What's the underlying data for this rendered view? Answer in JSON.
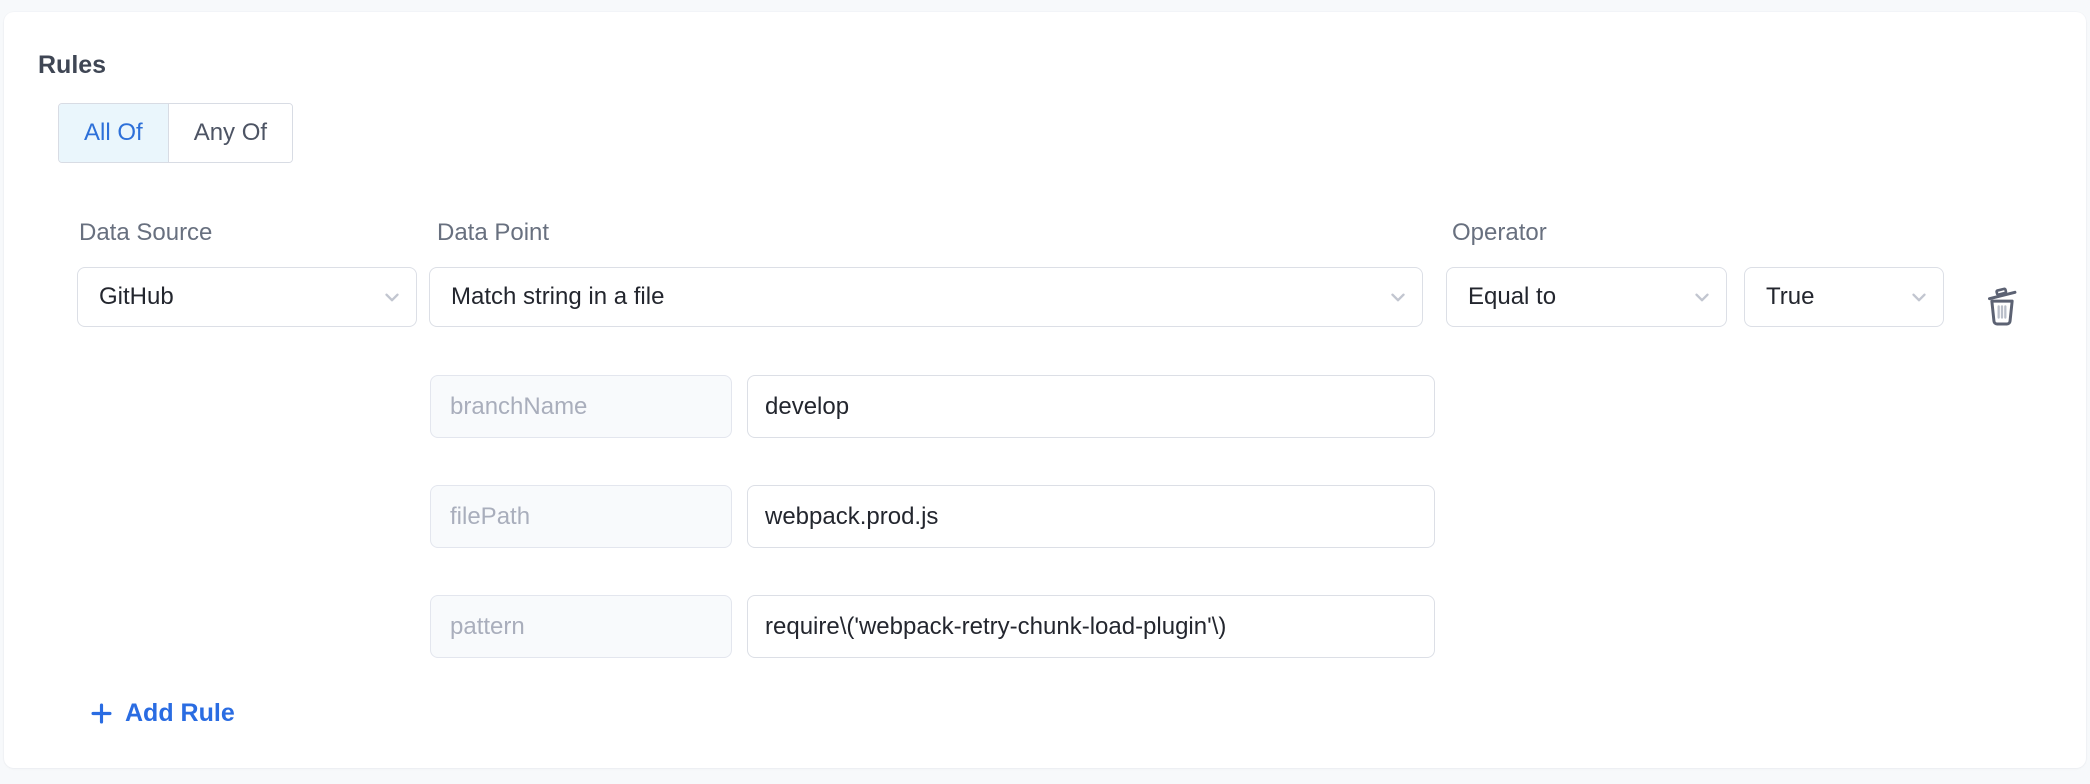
{
  "colors": {
    "accent_blue": "#2a6ce2",
    "selected_mode_bg": "#eaf6fc",
    "selected_mode_text": "#2d70d9",
    "page_background": "#f7f9fb",
    "card_background": "#ffffff",
    "input_border": "#dcdfe6",
    "disabled_key_bg": "#f8fafc"
  },
  "icons": {
    "dropdown": "chevron-down-icon",
    "delete": "trash-icon",
    "add": "plus-icon"
  },
  "rules_section": {
    "heading": "Rules",
    "modes": [
      {
        "label": "All Of",
        "selected": true
      },
      {
        "label": "Any Of",
        "selected": false
      }
    ],
    "selected_mode": "All Of"
  },
  "rule": {
    "data_source": {
      "label": "Data Source",
      "value": "GitHub"
    },
    "data_point": {
      "label": "Data Point",
      "value": "Match string in a file"
    },
    "operator": {
      "label": "Operator",
      "value": "Equal to"
    },
    "expected": {
      "value": "True"
    },
    "params": [
      {
        "key": "branchName",
        "value": "develop"
      },
      {
        "key": "filePath",
        "value": "webpack.prod.js"
      },
      {
        "key": "pattern",
        "value": "require\\('webpack-retry-chunk-load-plugin'\\)"
      }
    ]
  },
  "actions": {
    "add_rule_label": "Add Rule"
  }
}
